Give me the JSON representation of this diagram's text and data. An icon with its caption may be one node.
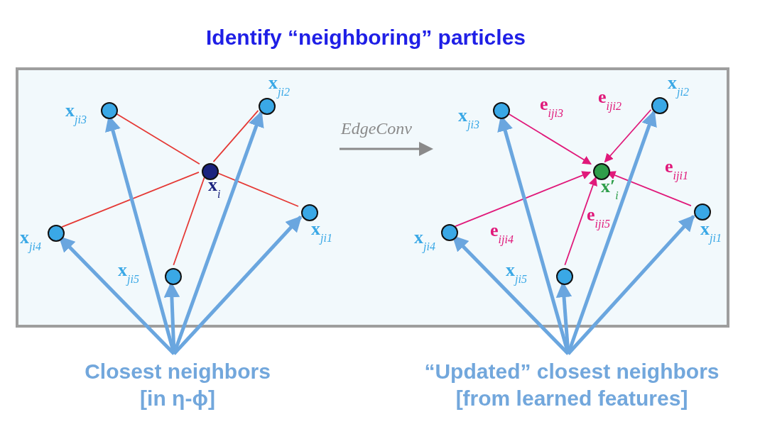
{
  "diagram": {
    "title": "Identify “neighboring” particles",
    "nodes": [
      {
        "text": [],
        "shape": "box"
      },
      {
        "text": [],
        "shape": "circle",
        "in": 0,
        "beside": [
          "x$_{ji3}$"
        ]
      },
      {
        "text": [],
        "shape": "circle",
        "in": 0,
        "beside": [
          "x$_{ji2}$"
        ]
      },
      {
        "text": [],
        "shape": "circle",
        "in": 0,
        "beside": [
          "x$_{i}$"
        ]
      },
      {
        "text": [],
        "shape": "circle",
        "in": 0,
        "beside": [
          "x$_{ji4}$"
        ]
      },
      {
        "text": [],
        "shape": "circle",
        "in": 0,
        "beside": [
          "x$_{ji1}$"
        ]
      },
      {
        "text": [],
        "shape": "circle",
        "in": 0,
        "beside": [
          "x$_{ji5}$"
        ]
      },
      {
        "text": [],
        "shape": "circle",
        "in": 0,
        "beside": [
          "x$_{ji3}$"
        ]
      },
      {
        "text": [],
        "shape": "circle",
        "in": 0,
        "beside": [
          "x$_{ji2}$"
        ]
      },
      {
        "text": [],
        "shape": "circle",
        "in": 0,
        "beside": [
          "x′$_{i}$"
        ]
      },
      {
        "text": [],
        "shape": "circle",
        "in": 0,
        "beside": [
          "x$_{ji4}$"
        ]
      },
      {
        "text": [],
        "shape": "circle",
        "in": 0,
        "beside": [
          "x$_{ji1}$"
        ]
      },
      {
        "text": [],
        "shape": "circle",
        "in": 0,
        "beside": [
          "x$_{ji5}$"
        ]
      },
      {
        "text": [
          "Closest neighbors [in η-ϕ]"
        ]
      },
      {
        "text": [
          "“Updated” closest neighbors [from learned features]"
        ]
      }
    ],
    "edges": [
      {
        "from": 3,
        "to": 1,
        "arrow": "none",
        "color": "#e53935"
      },
      {
        "from": 3,
        "to": 2,
        "arrow": "none",
        "color": "#e53935"
      },
      {
        "from": 3,
        "to": 4,
        "arrow": "none",
        "color": "#e53935"
      },
      {
        "from": 3,
        "to": 5,
        "arrow": "none",
        "color": "#e53935"
      },
      {
        "from": 3,
        "to": 6,
        "arrow": "none",
        "color": "#e53935"
      },
      {
        "from": 7,
        "to": 9,
        "arrow": "to",
        "label": "e$_{iji3}$",
        "color": "#e0197a"
      },
      {
        "from": 8,
        "to": 9,
        "arrow": "to",
        "label": "e$_{iji2}$",
        "color": "#e0197a"
      },
      {
        "from": 11,
        "to": 9,
        "arrow": "to",
        "label": "e$_{iji1}$",
        "color": "#e0197a"
      },
      {
        "from": 10,
        "to": 9,
        "arrow": "to",
        "label": "e$_{iji4}$",
        "color": "#e0197a"
      },
      {
        "from": 12,
        "to": 9,
        "arrow": "to",
        "label": "e$_{iji5}$",
        "color": "#e0197a"
      },
      {
        "from": 13,
        "to": 4,
        "arrow": "to",
        "style": "thick"
      },
      {
        "from": 13,
        "to": 1,
        "arrow": "to",
        "style": "thick"
      },
      {
        "from": 13,
        "to": 6,
        "arrow": "to",
        "style": "thick"
      },
      {
        "from": 13,
        "to": 2,
        "arrow": "to",
        "style": "thick"
      },
      {
        "from": 13,
        "to": 5,
        "arrow": "to",
        "style": "thick"
      },
      {
        "from": 14,
        "to": 10,
        "arrow": "to",
        "style": "thick"
      },
      {
        "from": 14,
        "to": 7,
        "arrow": "to",
        "style": "thick"
      },
      {
        "from": 14,
        "to": 12,
        "arrow": "to",
        "style": "thick"
      },
      {
        "from": 14,
        "to": 8,
        "arrow": "to",
        "style": "thick"
      },
      {
        "from": 14,
        "to": 11,
        "arrow": "to",
        "style": "thick"
      }
    ],
    "labels": [
      "EdgeConv"
    ]
  }
}
